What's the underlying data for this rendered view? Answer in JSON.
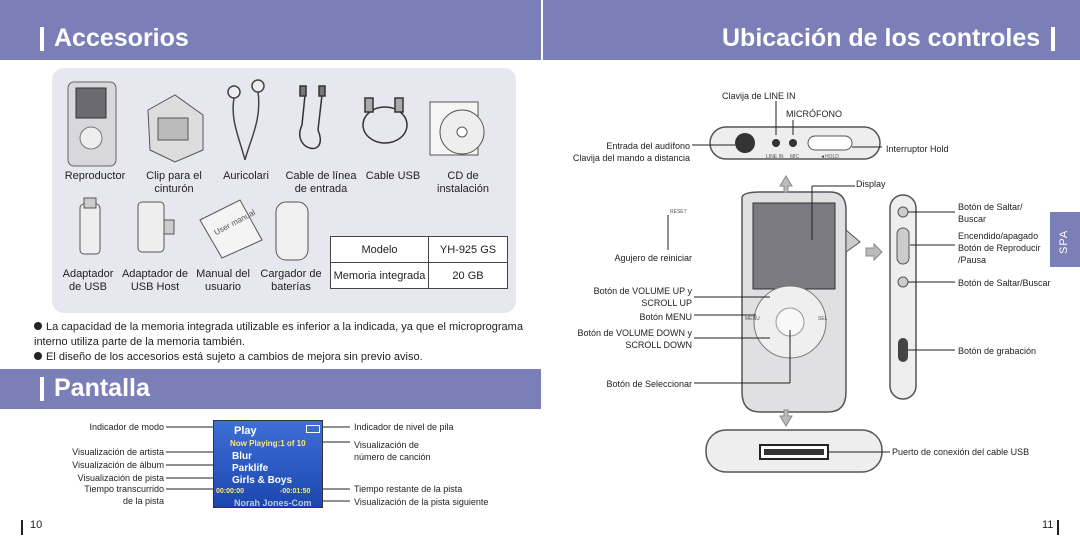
{
  "left_header": {
    "title": "Accesorios"
  },
  "right_header": {
    "title": "Ubicación de los controles"
  },
  "accessories": {
    "row1": [
      "Reproductor",
      "Clip para el\ncinturón",
      "Auricolari",
      "Cable de línea\nde entrada",
      "Cable USB",
      "CD de\ninstalación"
    ],
    "row2": [
      "Adaptador\nde USB",
      "Adaptador de\nUSB Host",
      "Manual del\nusuario",
      "Cargador de\nbaterías"
    ],
    "manual_text": "User manual"
  },
  "spec_table": {
    "rows": [
      [
        "Modelo",
        "YH-925 GS"
      ],
      [
        "Memoria integrada",
        "20 GB"
      ]
    ]
  },
  "notes": [
    "La capacidad de la memoria integrada utilizable es inferior a la indicada, ya que el microprograma interno utiliza parte de la memoria también.",
    "El diseño de los accesorios está sujeto a cambios de mejora sin previo aviso."
  ],
  "pantalla": {
    "title": "Pantalla",
    "left_labels": [
      "Indicador de modo",
      "Visualización de artista",
      "Visualización de álbum",
      "Visualización de pista",
      "Tiempo transcurrido\nde la pista"
    ],
    "right_labels": [
      "Indicador de nivel de pila",
      "Visualización de\nnúmero de canción",
      "Tiempo restante de la pista",
      "Visualización de la pista siguiente"
    ],
    "screen": {
      "mode": "Play",
      "now_playing": "Now Playing:1 of 10",
      "artist": "Blur",
      "album": "Parklife",
      "track": "Girls & Boys",
      "elapsed": "00:00:00",
      "remaining": "-00:01:50",
      "next": "Norah Jones-Com"
    }
  },
  "controls": {
    "top_labels": [
      "Clavija de LINE IN",
      "MICRÓFONO",
      "Entrada del audífono\nClavija del mando a distancia",
      "Interruptor Hold",
      "Display"
    ],
    "left_labels": [
      "Agujero de reiniciar",
      "Botón de VOLUME UP y\nSCROLL UP",
      "Botón MENU",
      "Botón de VOLUME DOWN y\nSCROLL DOWN",
      "Botón de Seleccionar"
    ],
    "right_labels": [
      "Botón de Saltar/\nBuscar",
      "Encendido/apagado\nBotón de Reproducir\n/Pausa",
      "Botón de Saltar/Buscar",
      "Botón de grabación"
    ],
    "bottom_label": "Puerto de conexión del cable USB",
    "device_text": {
      "reset": "RESET",
      "menu": "MENU",
      "sel": "SEL",
      "line_in": "LINE IN",
      "mic": "MIC",
      "hold": "◄HOLD"
    }
  },
  "side_tab": "SPA",
  "page_left": "10",
  "page_right": "11",
  "colors": {
    "banner": "#7b7fb8",
    "panel": "#e7e7ef",
    "lcd": "#2a55c4"
  }
}
